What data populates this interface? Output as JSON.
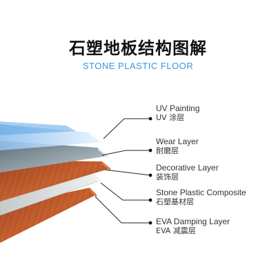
{
  "title_zh": "石塑地板结构图解",
  "title_en": "STONE PLASTIC FLOOR",
  "colors": {
    "accent_blue": "#3f93d6",
    "wood": "#b5532a",
    "wood_edge": "#d4683a",
    "uv_layer": "#bcdaf5",
    "wear_layer": "#7d8b94",
    "composite": "#d9dcdc",
    "leader_line": "#222222"
  },
  "layers": [
    {
      "name_en": "UV Painting",
      "name_zh": "UV 涂层"
    },
    {
      "name_en": "Wear Layer",
      "name_zh": "耐磨层"
    },
    {
      "name_en": "Decorative Layer",
      "name_zh": "装饰层"
    },
    {
      "name_en": "Stone Plastic Composite",
      "name_zh": "石塑基材层"
    },
    {
      "name_en": "EVA Damping Layer",
      "name_zh": "EVA 减震层"
    }
  ]
}
